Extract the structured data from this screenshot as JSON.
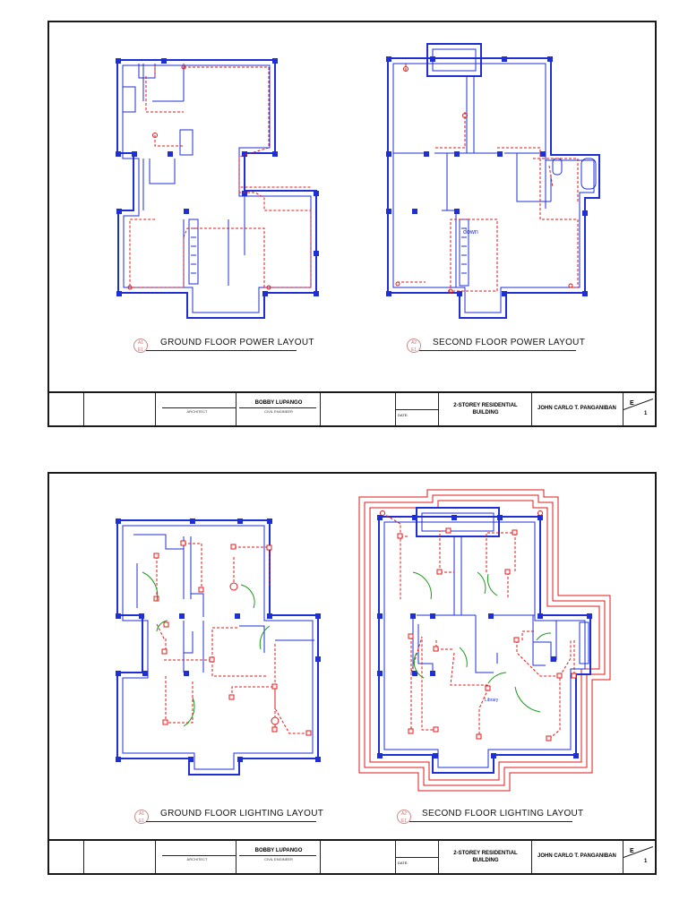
{
  "sheets": [
    {
      "plans": [
        {
          "title": "GROUND FLOOR POWER LAYOUT",
          "callout_top": "A1",
          "callout_bottom": "E1"
        },
        {
          "title": "SECOND FLOOR POWER LAYOUT",
          "callout_top": "A2",
          "callout_bottom": "E1"
        }
      ],
      "annotations": {
        "down": "down"
      },
      "title_block": {
        "architect_name": "",
        "architect_role": "ARCHITECT",
        "engineer_name": "BOBBY LUPANGO",
        "engineer_role": "CIVIL ENGINEER",
        "date_label": "DATE:",
        "project_line1": "2-STOREY RESIDENTIAL",
        "project_line2": "BUILDING",
        "author": "JOHN CARLO T. PANGANIBAN",
        "sheet_code": "E",
        "page_number": "1"
      }
    },
    {
      "plans": [
        {
          "title": "GROUND FLOOR LIGHTING LAYOUT",
          "callout_top": "A1",
          "callout_bottom": "E1"
        },
        {
          "title": "SECOND FLOOR LIGHTING LAYOUT",
          "callout_top": "A2",
          "callout_bottom": "E1"
        }
      ],
      "annotations": {
        "library": "Library"
      },
      "title_block": {
        "architect_name": "",
        "architect_role": "ARCHITECT",
        "engineer_name": "BOBBY LUPANGO",
        "engineer_role": "CIVIL ENGINEER",
        "date_label": "DATE:",
        "project_line1": "2-STOREY RESIDENTIAL",
        "project_line2": "BUILDING",
        "author": "JOHN CARLO T. PANGANIBAN",
        "sheet_code": "E",
        "page_number": "1"
      }
    }
  ],
  "colors": {
    "walls": "#1f2fd6",
    "wiring": "#e21818",
    "lighting_switch": "#1a9a1a",
    "border": "#1a1a1a"
  }
}
